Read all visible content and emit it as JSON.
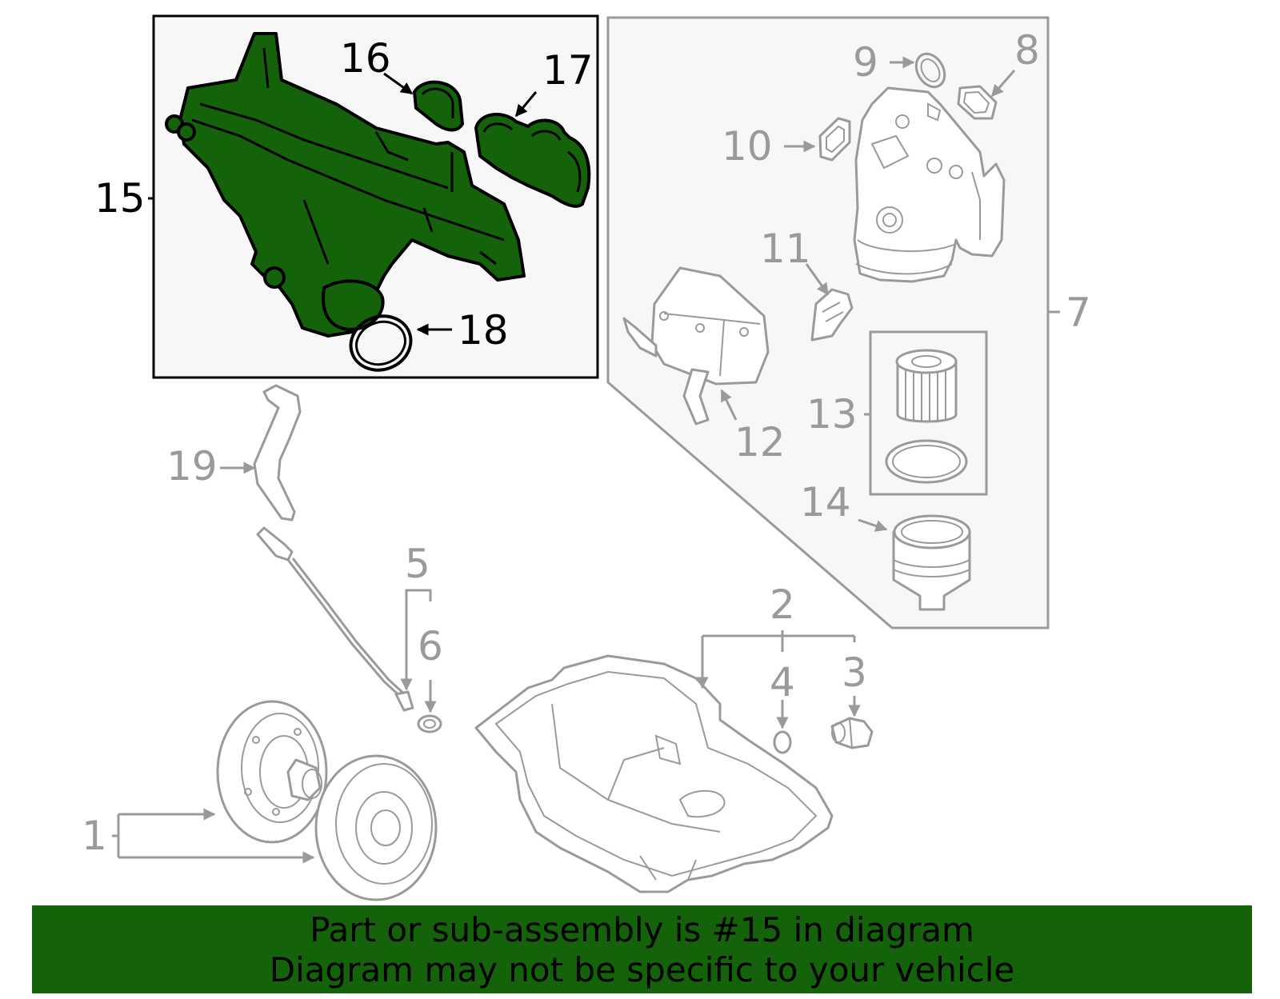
{
  "diagram": {
    "highlighted_part": "15",
    "callouts": {
      "c1": "1",
      "c2": "2",
      "c3": "3",
      "c4": "4",
      "c5": "5",
      "c6": "6",
      "c7": "7",
      "c8": "8",
      "c9": "9",
      "c10": "10",
      "c11": "11",
      "c12": "12",
      "c13": "13",
      "c14": "14",
      "c15": "15",
      "c16": "16",
      "c17": "17",
      "c18": "18",
      "c19": "19"
    },
    "colors": {
      "highlight": "#14620a",
      "dim": "#9a9a9a",
      "panel": "#f7f7f7",
      "banner": "#14620a"
    }
  },
  "banner": {
    "line1": "Part or sub-assembly is #15 in diagram",
    "line2": "Diagram may not be specific to your vehicle"
  }
}
